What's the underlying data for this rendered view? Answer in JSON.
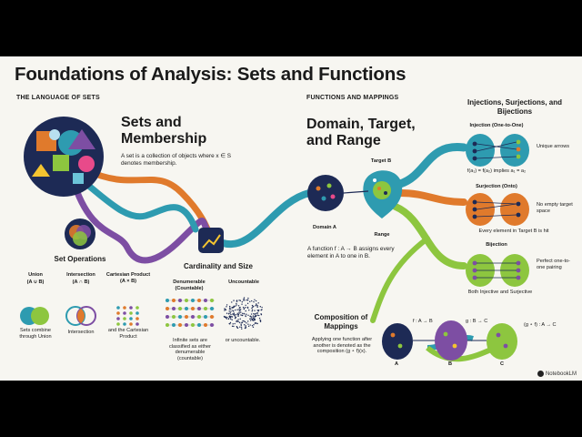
{
  "title": "Foundations of Analysis: Sets and Functions",
  "left": {
    "section": "THE LANGUAGE OF SETS",
    "heading": "Sets and Membership",
    "desc": "A set is a collection of objects where x ∈ S denotes membership.",
    "ops_title": "Set Operations",
    "ops": [
      {
        "name": "Union",
        "sym": "(A ∪ B)",
        "caption": "Sets combine through Union"
      },
      {
        "name": "Intersection",
        "sym": "(A ∩ B)",
        "caption": "Intersection"
      },
      {
        "name": "Cartesian Product (A × B)",
        "caption": "and the Cartesian Product"
      }
    ],
    "card_title": "Cardinality and Size",
    "denum": "Denumerable (Countable)",
    "uncount": "Uncountable",
    "card_caption1": "Infinite sets are classified as either denumerable (countable)",
    "card_caption2": "or uncountable."
  },
  "right": {
    "section": "FUNCTIONS AND MAPPINGS",
    "heading": "Domain, Target, and Range",
    "target_label": "Target B",
    "domain_label": "Domain A",
    "range_label": "Range",
    "func_desc": "A function f : A → B assigns every element in A to one in B.",
    "inj_title": "Injections, Surjections, and Bijections",
    "injection": {
      "title": "Injection (One-to-One)",
      "side": "Unique arrows",
      "formula": "f(a₁) = f(a₂) implies a₁ = a₂"
    },
    "surjection": {
      "title": "Surjection (Onto)",
      "side": "No empty target space",
      "caption": "Every element in Target B is hit"
    },
    "bijection": {
      "title": "Bijection",
      "side": "Perfect one-to-one pairing",
      "caption": "Both Injective and Surjective"
    },
    "comp_title": "Composition of Mappings",
    "comp_desc": "Applying one function after another is denoted as the composition (g ∘ f)(x).",
    "comp_f": "f : A → B",
    "comp_g": "g : B → C",
    "comp_gf": "(g ∘ f) : A → C",
    "labels": [
      "A",
      "B",
      "C"
    ]
  },
  "badge": "NotebookLM",
  "colors": {
    "teal": "#2e9bb0",
    "orange": "#e07a2c",
    "purple": "#7d4ea3",
    "lime": "#8dc63f",
    "navy": "#1d2a55"
  }
}
